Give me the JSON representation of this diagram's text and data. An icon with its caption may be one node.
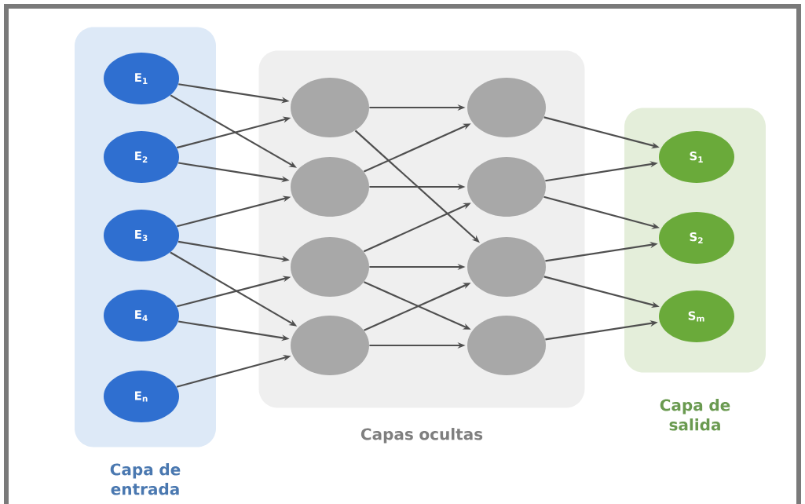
{
  "diagram": {
    "nodes": [
      {
        "text": [
          "Capa de entrada"
        ]
      },
      {
        "text": [
          "E$_{1}$"
        ],
        "in": 0
      },
      {
        "text": [
          "E$_{2}$"
        ],
        "in": 0
      },
      {
        "text": [
          "E$_{3}$"
        ],
        "in": 0
      },
      {
        "text": [
          "E$_{4}$"
        ],
        "in": 0
      },
      {
        "text": [
          "E$_{n}$"
        ],
        "in": 0
      },
      {
        "text": [
          "Capas ocultas"
        ]
      },
      {
        "text": [],
        "shape": "circle",
        "in": 6
      },
      {
        "text": [],
        "shape": "circle",
        "in": 6
      },
      {
        "text": [],
        "shape": "circle",
        "in": 6
      },
      {
        "text": [],
        "shape": "circle",
        "in": 6
      },
      {
        "text": [],
        "shape": "circle",
        "in": 6
      },
      {
        "text": [],
        "shape": "circle",
        "in": 6
      },
      {
        "text": [],
        "shape": "circle",
        "in": 6
      },
      {
        "text": [],
        "shape": "circle",
        "in": 6
      },
      {
        "text": [
          "Capa de salida"
        ]
      },
      {
        "text": [
          "S$_{1}$"
        ],
        "in": 15
      },
      {
        "text": [
          "S$_{2}$"
        ],
        "in": 15
      },
      {
        "text": [
          "S$_{m}$"
        ],
        "in": 15
      }
    ],
    "edges": [
      {
        "from": 1,
        "to": 7,
        "arrow": "to"
      },
      {
        "from": 1,
        "to": 8,
        "arrow": "to"
      },
      {
        "from": 2,
        "to": 7,
        "arrow": "to"
      },
      {
        "from": 2,
        "to": 8,
        "arrow": "to"
      },
      {
        "from": 3,
        "to": 8,
        "arrow": "to"
      },
      {
        "from": 3,
        "to": 9,
        "arrow": "to"
      },
      {
        "from": 3,
        "to": 10,
        "arrow": "to"
      },
      {
        "from": 4,
        "to": 9,
        "arrow": "to"
      },
      {
        "from": 4,
        "to": 10,
        "arrow": "to"
      },
      {
        "from": 5,
        "to": 10,
        "arrow": "to"
      },
      {
        "from": 7,
        "to": 11,
        "arrow": "to"
      },
      {
        "from": 7,
        "to": 13,
        "arrow": "to"
      },
      {
        "from": 8,
        "to": 11,
        "arrow": "to"
      },
      {
        "from": 8,
        "to": 12,
        "arrow": "to"
      },
      {
        "from": 9,
        "to": 12,
        "arrow": "to"
      },
      {
        "from": 9,
        "to": 13,
        "arrow": "to"
      },
      {
        "from": 9,
        "to": 14,
        "arrow": "to"
      },
      {
        "from": 10,
        "to": 13,
        "arrow": "to"
      },
      {
        "from": 10,
        "to": 14,
        "arrow": "to"
      },
      {
        "from": 11,
        "to": 16,
        "arrow": "to"
      },
      {
        "from": 12,
        "to": 16,
        "arrow": "to"
      },
      {
        "from": 12,
        "to": 17,
        "arrow": "to"
      },
      {
        "from": 13,
        "to": 17,
        "arrow": "to"
      },
      {
        "from": 13,
        "to": 18,
        "arrow": "to"
      },
      {
        "from": 14,
        "to": 18,
        "arrow": "to"
      }
    ]
  }
}
